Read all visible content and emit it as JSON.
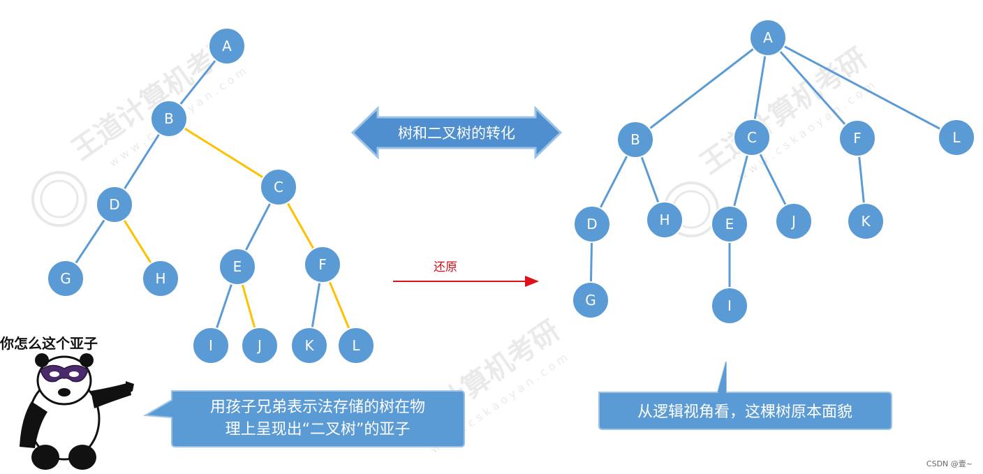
{
  "colors": {
    "node_fill": "#5b9bd5",
    "node_stroke": "#ffffff",
    "edge_child": "#5b9bd5",
    "edge_sibling": "#ffc000",
    "banner_fill": "#4f8fd0",
    "banner_stroke": "#9dc3e6",
    "callout_fill": "#5b9bd5",
    "arrow_red": "#e0101b",
    "watermark": "#d9d9d9"
  },
  "banner": {
    "label": "树和二叉树的转化"
  },
  "restore": {
    "label": "还原"
  },
  "meme": {
    "caption": "你怎么这个亚子"
  },
  "callout_left": {
    "line1": "用孩子兄弟表示法存储的树在物",
    "line2": "理上呈现出“二叉树”的亚子"
  },
  "callout_right": {
    "text": "从逻辑视角看，这棵树原本面貌"
  },
  "watermark": {
    "brand": "王道计算机考研",
    "site": "w w w . c s k a o y a n . c o m"
  },
  "credit": "CSDN @壹~",
  "binary_tree": {
    "nodes": [
      "A",
      "B",
      "C",
      "D",
      "E",
      "F",
      "G",
      "H",
      "I",
      "J",
      "K",
      "L"
    ],
    "child_edges": [
      [
        "A",
        "B"
      ],
      [
        "B",
        "D"
      ],
      [
        "D",
        "G"
      ],
      [
        "C",
        "E"
      ],
      [
        "E",
        "I"
      ],
      [
        "F",
        "K"
      ]
    ],
    "sibling_edges": [
      [
        "B",
        "C"
      ],
      [
        "D",
        "H"
      ],
      [
        "C",
        "F"
      ],
      [
        "E",
        "J"
      ],
      [
        "F",
        "L"
      ]
    ]
  },
  "general_tree": {
    "nodes": [
      "A",
      "B",
      "C",
      "F",
      "L",
      "D",
      "H",
      "E",
      "J",
      "K",
      "G",
      "I"
    ],
    "edges": [
      [
        "A",
        "B"
      ],
      [
        "A",
        "C"
      ],
      [
        "A",
        "F"
      ],
      [
        "A",
        "L"
      ],
      [
        "B",
        "D"
      ],
      [
        "B",
        "H"
      ],
      [
        "C",
        "E"
      ],
      [
        "C",
        "J"
      ],
      [
        "F",
        "K"
      ],
      [
        "D",
        "G"
      ],
      [
        "E",
        "I"
      ]
    ]
  }
}
